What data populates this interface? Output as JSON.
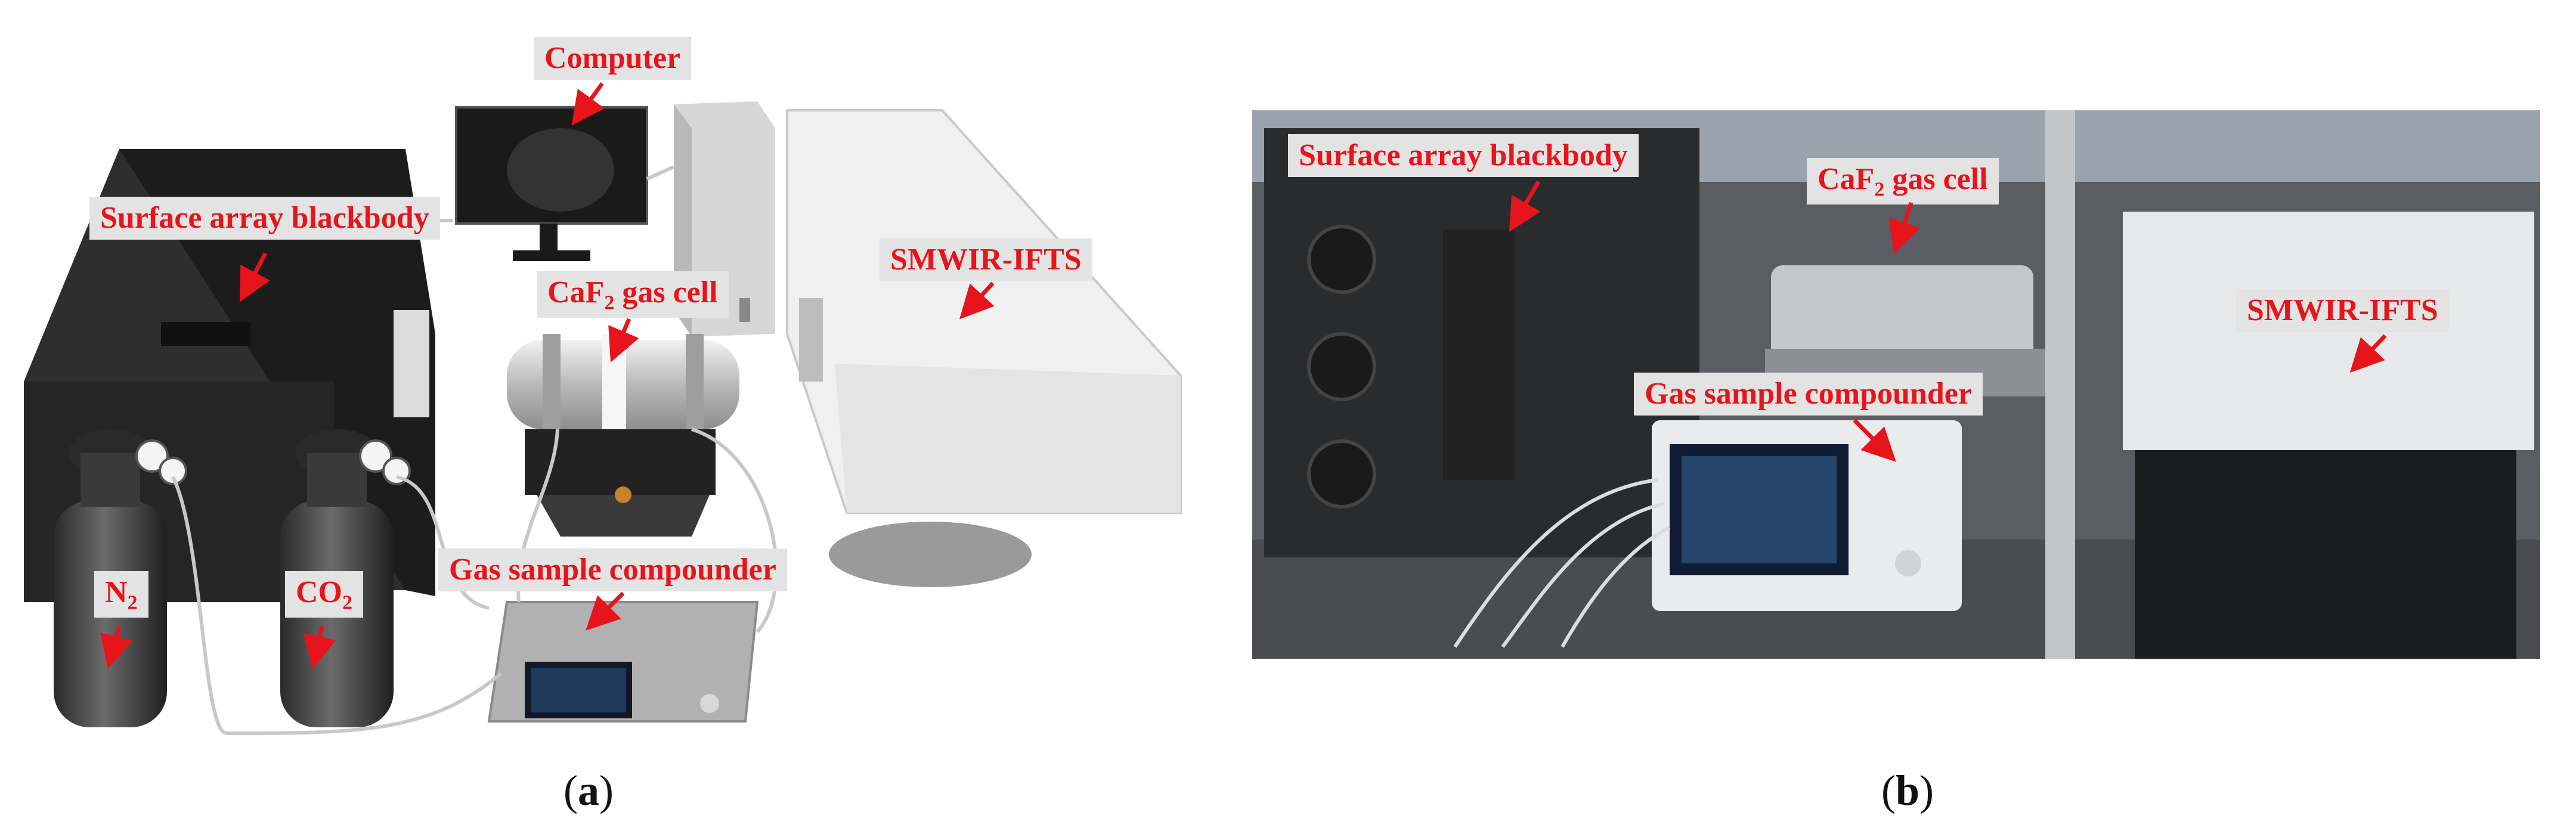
{
  "panel_a": {
    "labels": {
      "computer": "Computer",
      "blackbody": "Surface array blackbody",
      "smwir": "SMWIR-IFTS",
      "gas_cell_prefix": "CaF",
      "gas_cell_sub": "2",
      "gas_cell_suffix": " gas cell",
      "compounder": "Gas sample compounder",
      "n2_prefix": "N",
      "n2_sub": "2",
      "co2_prefix": "CO",
      "co2_sub": "2"
    },
    "caption_open": "(",
    "caption_letter": "a",
    "caption_close": ")"
  },
  "panel_b": {
    "labels": {
      "blackbody": "Surface array blackbody",
      "gas_cell_prefix": "CaF",
      "gas_cell_sub": "2",
      "gas_cell_suffix": " gas cell",
      "compounder": "Gas sample compounder",
      "smwir": "SMWIR-IFTS"
    },
    "caption_open": "(",
    "caption_letter": "b",
    "caption_close": ")"
  },
  "colors": {
    "label_text": "#e8141b",
    "label_bg": "#e3e3e3",
    "arrow": "#e8141b"
  }
}
